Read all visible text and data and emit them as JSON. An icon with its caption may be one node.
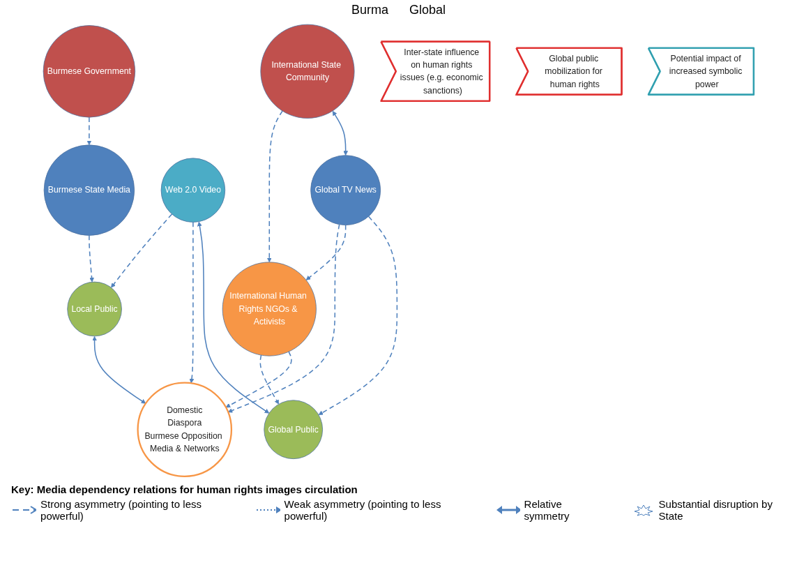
{
  "diagram": {
    "nodes": [
      {
        "text": [
          "Burmese Government"
        ]
      },
      {
        "text": [
          "Burmese State Media"
        ]
      },
      {
        "text": [
          "Domestic",
          "Diaspora",
          "Burmese Opposition Media & Networks"
        ]
      },
      {
        "text": [
          "Local Public"
        ]
      },
      {
        "text": [
          "International State Community"
        ]
      },
      {
        "text": [
          "Web 2.0 Video"
        ]
      },
      {
        "text": [
          "Global TV News"
        ]
      },
      {
        "text": [
          "International Human Rights NGOs & Activists"
        ]
      },
      {
        "text": [
          "Global Public"
        ]
      },
      {
        "text": [
          "Inter-state influence on human rights issues (e.g. economic sanctions)"
        ]
      },
      {
        "text": [
          "Global public mobilization for human rights"
        ]
      },
      {
        "text": [
          "Potential impact of increased symbolic power"
        ]
      }
    ],
    "edges": [
      {
        "from": 0,
        "to": 1,
        "arrow": "to",
        "style": "dashed"
      },
      {
        "from": 1,
        "to": 3,
        "arrow": "to",
        "style": "dashed"
      },
      {
        "from": 3,
        "to": 2,
        "arrow": "both"
      },
      {
        "from": 5,
        "to": 3,
        "arrow": "to",
        "style": "dashed"
      },
      {
        "from": 6,
        "to": 2,
        "arrow": "to",
        "style": "dashed"
      },
      {
        "from": 5,
        "to": 2,
        "arrow": "to",
        "style": "dashed"
      },
      {
        "from": 4,
        "to": 7,
        "arrow": "to",
        "style": "dashed"
      },
      {
        "from": 4,
        "to": 6,
        "arrow": "both"
      },
      {
        "from": 6,
        "to": 7,
        "arrow": "to",
        "style": "dashed"
      },
      {
        "from": 6,
        "to": 8,
        "arrow": "to",
        "style": "dashed"
      },
      {
        "from": 5,
        "to": 8,
        "arrow": "both"
      },
      {
        "from": 7,
        "to": 8,
        "arrow": "to",
        "style": "dashed"
      },
      {
        "from": 7,
        "to": 2,
        "arrow": "to",
        "style": "dashed"
      }
    ],
    "labels": [
      "Burma",
      "Global",
      "Key: Media dependency relations for human rights images circulation"
    ],
    "legend": [
      {
        "text": "Strong asymmetry (pointing to less powerful)"
      },
      {
        "text": "Weak asymmetry (pointing to less powerful)"
      },
      {
        "text": "Relative symmetry"
      },
      {
        "text": "Substantial disruption by State"
      }
    ]
  }
}
